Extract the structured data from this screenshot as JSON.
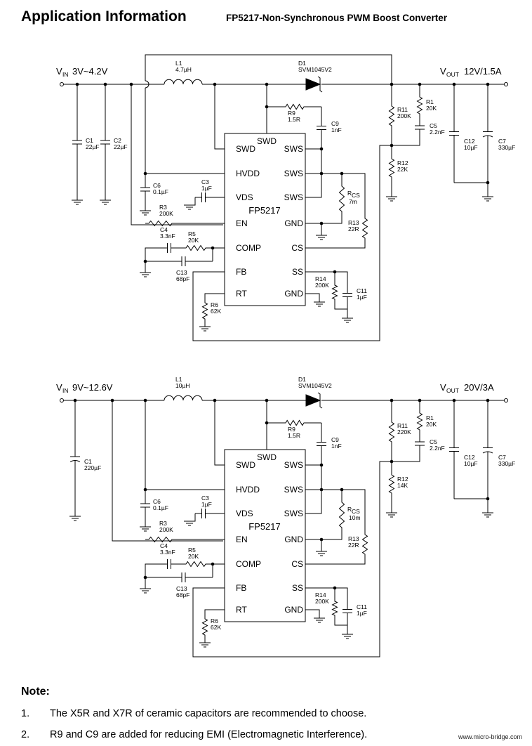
{
  "header": {
    "title": "Application Information",
    "subtitle": "FP5217-Non-Synchronous PWM Boost Converter"
  },
  "circuits": [
    {
      "vin_base": "V",
      "vin_sub": "IN",
      "vin_val": "3V~4.2V",
      "vout_base": "V",
      "vout_sub": "OUT",
      "vout_val": "12V/1.5A",
      "ic": "FP5217",
      "pins_left": [
        "SWD",
        "HVDD",
        "VDS",
        "EN",
        "COMP",
        "FB",
        "RT"
      ],
      "pins_right": [
        "SWS",
        "SWS",
        "SWS",
        "GND",
        "CS",
        "SS",
        "GND"
      ],
      "pin_top": "SWD",
      "l1": [
        "L1",
        "4.7µH"
      ],
      "d1": [
        "D1",
        "SVM1045V2"
      ],
      "c1": [
        "C1",
        "22µF"
      ],
      "c2": [
        "C2",
        "22µF"
      ],
      "c6": [
        "C6",
        "0.1µF"
      ],
      "c3": [
        "C3",
        "1µF"
      ],
      "r3": [
        "R3",
        "200K"
      ],
      "c4": [
        "C4",
        "3.3nF"
      ],
      "r5": [
        "R5",
        "20K"
      ],
      "c13": [
        "C13",
        "68pF"
      ],
      "r6": [
        "R6",
        "62K"
      ],
      "r9": [
        "R9",
        "1.5R"
      ],
      "c9": [
        "C9",
        "1nF"
      ],
      "rcs": [
        "R",
        "CS",
        "7m"
      ],
      "r13": [
        "R13",
        "22R"
      ],
      "r14": [
        "R14",
        "200K"
      ],
      "c11": [
        "C11",
        "1µF"
      ],
      "r11": [
        "R11",
        "200K"
      ],
      "r1": [
        "R1",
        "20K"
      ],
      "c5": [
        "C5",
        "2.2nF"
      ],
      "r12": [
        "R12",
        "22K"
      ],
      "c12": [
        "C12",
        "10µF"
      ],
      "c7": [
        "C7",
        "330µF"
      ]
    },
    {
      "vin_base": "V",
      "vin_sub": "IN",
      "vin_val": "9V~12.6V",
      "vout_base": "V",
      "vout_sub": "OUT",
      "vout_val": "20V/3A",
      "ic": "FP5217",
      "pins_left": [
        "SWD",
        "HVDD",
        "VDS",
        "EN",
        "COMP",
        "FB",
        "RT"
      ],
      "pins_right": [
        "SWS",
        "SWS",
        "SWS",
        "GND",
        "CS",
        "SS",
        "GND"
      ],
      "pin_top": "SWD",
      "l1": [
        "L1",
        "10µH"
      ],
      "d1": [
        "D1",
        "SVM1045V2"
      ],
      "c1": [
        "C1",
        "220µF"
      ],
      "c6": [
        "C6",
        "0.1µF"
      ],
      "c3": [
        "C3",
        "1µF"
      ],
      "r3": [
        "R3",
        "200K"
      ],
      "c4": [
        "C4",
        "3.3nF"
      ],
      "r5": [
        "R5",
        "20K"
      ],
      "c13": [
        "C13",
        "68pF"
      ],
      "r6": [
        "R6",
        "62K"
      ],
      "r9": [
        "R9",
        "1.5R"
      ],
      "c9": [
        "C9",
        "1nF"
      ],
      "rcs": [
        "R",
        "CS",
        "10m"
      ],
      "r13": [
        "R13",
        "22R"
      ],
      "r14": [
        "R14",
        "200K"
      ],
      "c11": [
        "C11",
        "1µF"
      ],
      "r11": [
        "R11",
        "220K"
      ],
      "r1": [
        "R1",
        "20K"
      ],
      "c5": [
        "C5",
        "2.2nF"
      ],
      "r12": [
        "R12",
        "14K"
      ],
      "c12": [
        "C12",
        "10µF"
      ],
      "c7": [
        "C7",
        "330µF"
      ]
    }
  ],
  "notes": {
    "heading": "Note:",
    "items": [
      {
        "num": "1.",
        "text": "The X5R and X7R of ceramic capacitors are recommended to choose."
      },
      {
        "num": "2.",
        "text": "R9 and C9 are added for reducing EMI (Electromagnetic Interference)."
      }
    ]
  },
  "watermark": "www.micro-bridge.com"
}
